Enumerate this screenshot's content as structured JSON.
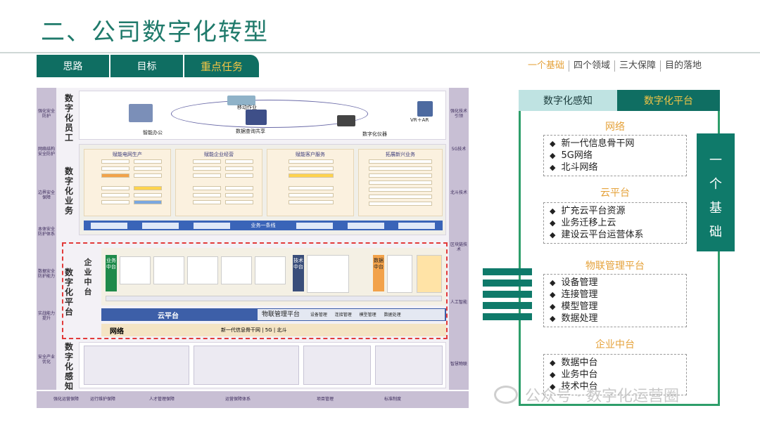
{
  "page": {
    "title": "二、公司数字化转型"
  },
  "tabs": [
    {
      "label": "思路"
    },
    {
      "label": "目标"
    },
    {
      "label": "重点任务"
    }
  ],
  "subnav": [
    "一个基础",
    "四个领域",
    "三大保障",
    "目的落地"
  ],
  "arch": {
    "left_col": [
      "强化安全防护",
      "网络结构安全防护",
      "边界安全保障",
      "本体安全防护体系",
      "数据安全防护能力",
      "实战能力提升",
      "安全产业优化"
    ],
    "right_col": [
      "强化技术引领",
      "5G技术",
      "北斗技术",
      "区块链技术",
      "人工智能",
      "智慧物联"
    ],
    "layers": {
      "employee": "数字化员工",
      "business": "数字化业务",
      "platform": "数字化平台",
      "sense": "数字化感知"
    },
    "employee_labels": {
      "office": "智能办公",
      "mobile": "移动作业",
      "query": "数据查询共享",
      "vr": "VR＋AR",
      "instrument": "数字化仪器"
    },
    "biz_boxes": [
      "赋能电网生产",
      "赋能企业经营",
      "赋能客户服务",
      "拓展新兴业务"
    ],
    "biz_bar": "业务一条线",
    "platform": {
      "enterprise": "企业中台",
      "business": "业务中台",
      "tech": "技术中台",
      "data": "数据中台",
      "cloud": "云平台",
      "iot": "物联管理平台",
      "iot_items": [
        "设备管理",
        "连接管理",
        "模型管理",
        "数据处理"
      ],
      "network": "网络",
      "network_text": "新一代信息骨干网 | 5G | 北斗"
    },
    "bottom_bar": [
      "强化运营保障",
      "运行维护保障",
      "人才管理保障",
      "运营保障体系",
      "项目管理",
      "标准制度"
    ]
  },
  "right_panel": {
    "tab1": "数字化感知",
    "tab2": "数字化平台",
    "sections": [
      {
        "title": "网络",
        "items": [
          "新一代信息骨干网",
          "5G网络",
          "北斗网络"
        ]
      },
      {
        "title": "云平台",
        "items": [
          "扩充云平台资源",
          "业务迁移上云",
          "建设云平台运营体系"
        ]
      },
      {
        "title": "物联管理平台",
        "items": [
          "设备管理",
          "连接管理",
          "模型管理",
          "数据处理"
        ]
      },
      {
        "title": "企业中台",
        "items": [
          "数据中台",
          "业务中台",
          "技术中台"
        ]
      }
    ],
    "pillar": [
      "一",
      "个",
      "基",
      "础"
    ]
  },
  "watermark": "公众号 · 数字化运营圈",
  "colors": {
    "primary": "#0f6e62",
    "accent": "#e5a23a",
    "highlight": "#f2c545",
    "dashed_red": "#e23a3a"
  }
}
